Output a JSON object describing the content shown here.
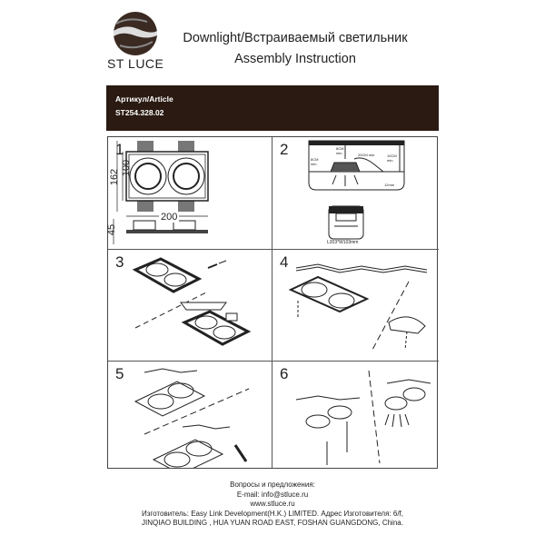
{
  "header": {
    "logo_text": "ST LUCE",
    "title": "Downlight/Встраиваемый светильник",
    "subtitle": "Assembly Instruction"
  },
  "article": {
    "label": "Артикул/Article",
    "code": "ST254.328.02"
  },
  "steps": [
    {
      "number": "1",
      "dim_height_outer": "162",
      "dim_height_inner": "100",
      "dim_width": "200",
      "dim_depth": "45"
    },
    {
      "number": "2",
      "label_top": "8CM min.",
      "label_side": "8CM min.",
      "label_cable": "20CM min.",
      "label_right": "10CM min.",
      "label_gap": "12mm",
      "cutout": "L203*W103mm"
    },
    {
      "number": "3"
    },
    {
      "number": "4"
    },
    {
      "number": "5"
    },
    {
      "number": "6"
    }
  ],
  "footer": {
    "line1": "Вопросы и предложения:",
    "line2": "E-mail: info@stluce.ru",
    "line3": "www.stluce.ru",
    "line4": "Изготовитель: Easy Link Development(H.K.) LIMITED. Адрес Изготовителя: 6/f,",
    "line5": "JINQIAO BUILDING , HUA YUAN ROAD EAST, FOSHAN GUANGDONG, China."
  },
  "colors": {
    "band": "#2a1a12",
    "text": "#222222"
  }
}
